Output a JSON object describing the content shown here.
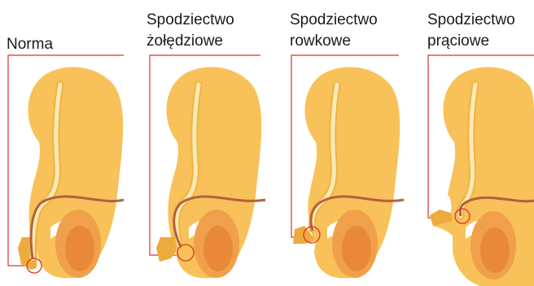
{
  "panels": [
    {
      "id": "norma",
      "label_lines": [
        "Norma"
      ]
    },
    {
      "id": "zoledziowe",
      "label_lines": [
        "Spodziectwo",
        "żołędziowe"
      ]
    },
    {
      "id": "rowkowe",
      "label_lines": [
        "Spodziectwo",
        "rowkowe"
      ]
    },
    {
      "id": "praciowe",
      "label_lines": [
        "Spodziectwo",
        "prąciowe"
      ]
    }
  ],
  "colors": {
    "body": "#f8c15a",
    "body_dark": "#ecab3c",
    "urethra_stroke": "#efb343",
    "urethra_fill": "#fde9b8",
    "testis": "#f0a04a",
    "testis_center": "#e07a30",
    "raphe": "#b2623a",
    "callout": "#d9342b"
  }
}
